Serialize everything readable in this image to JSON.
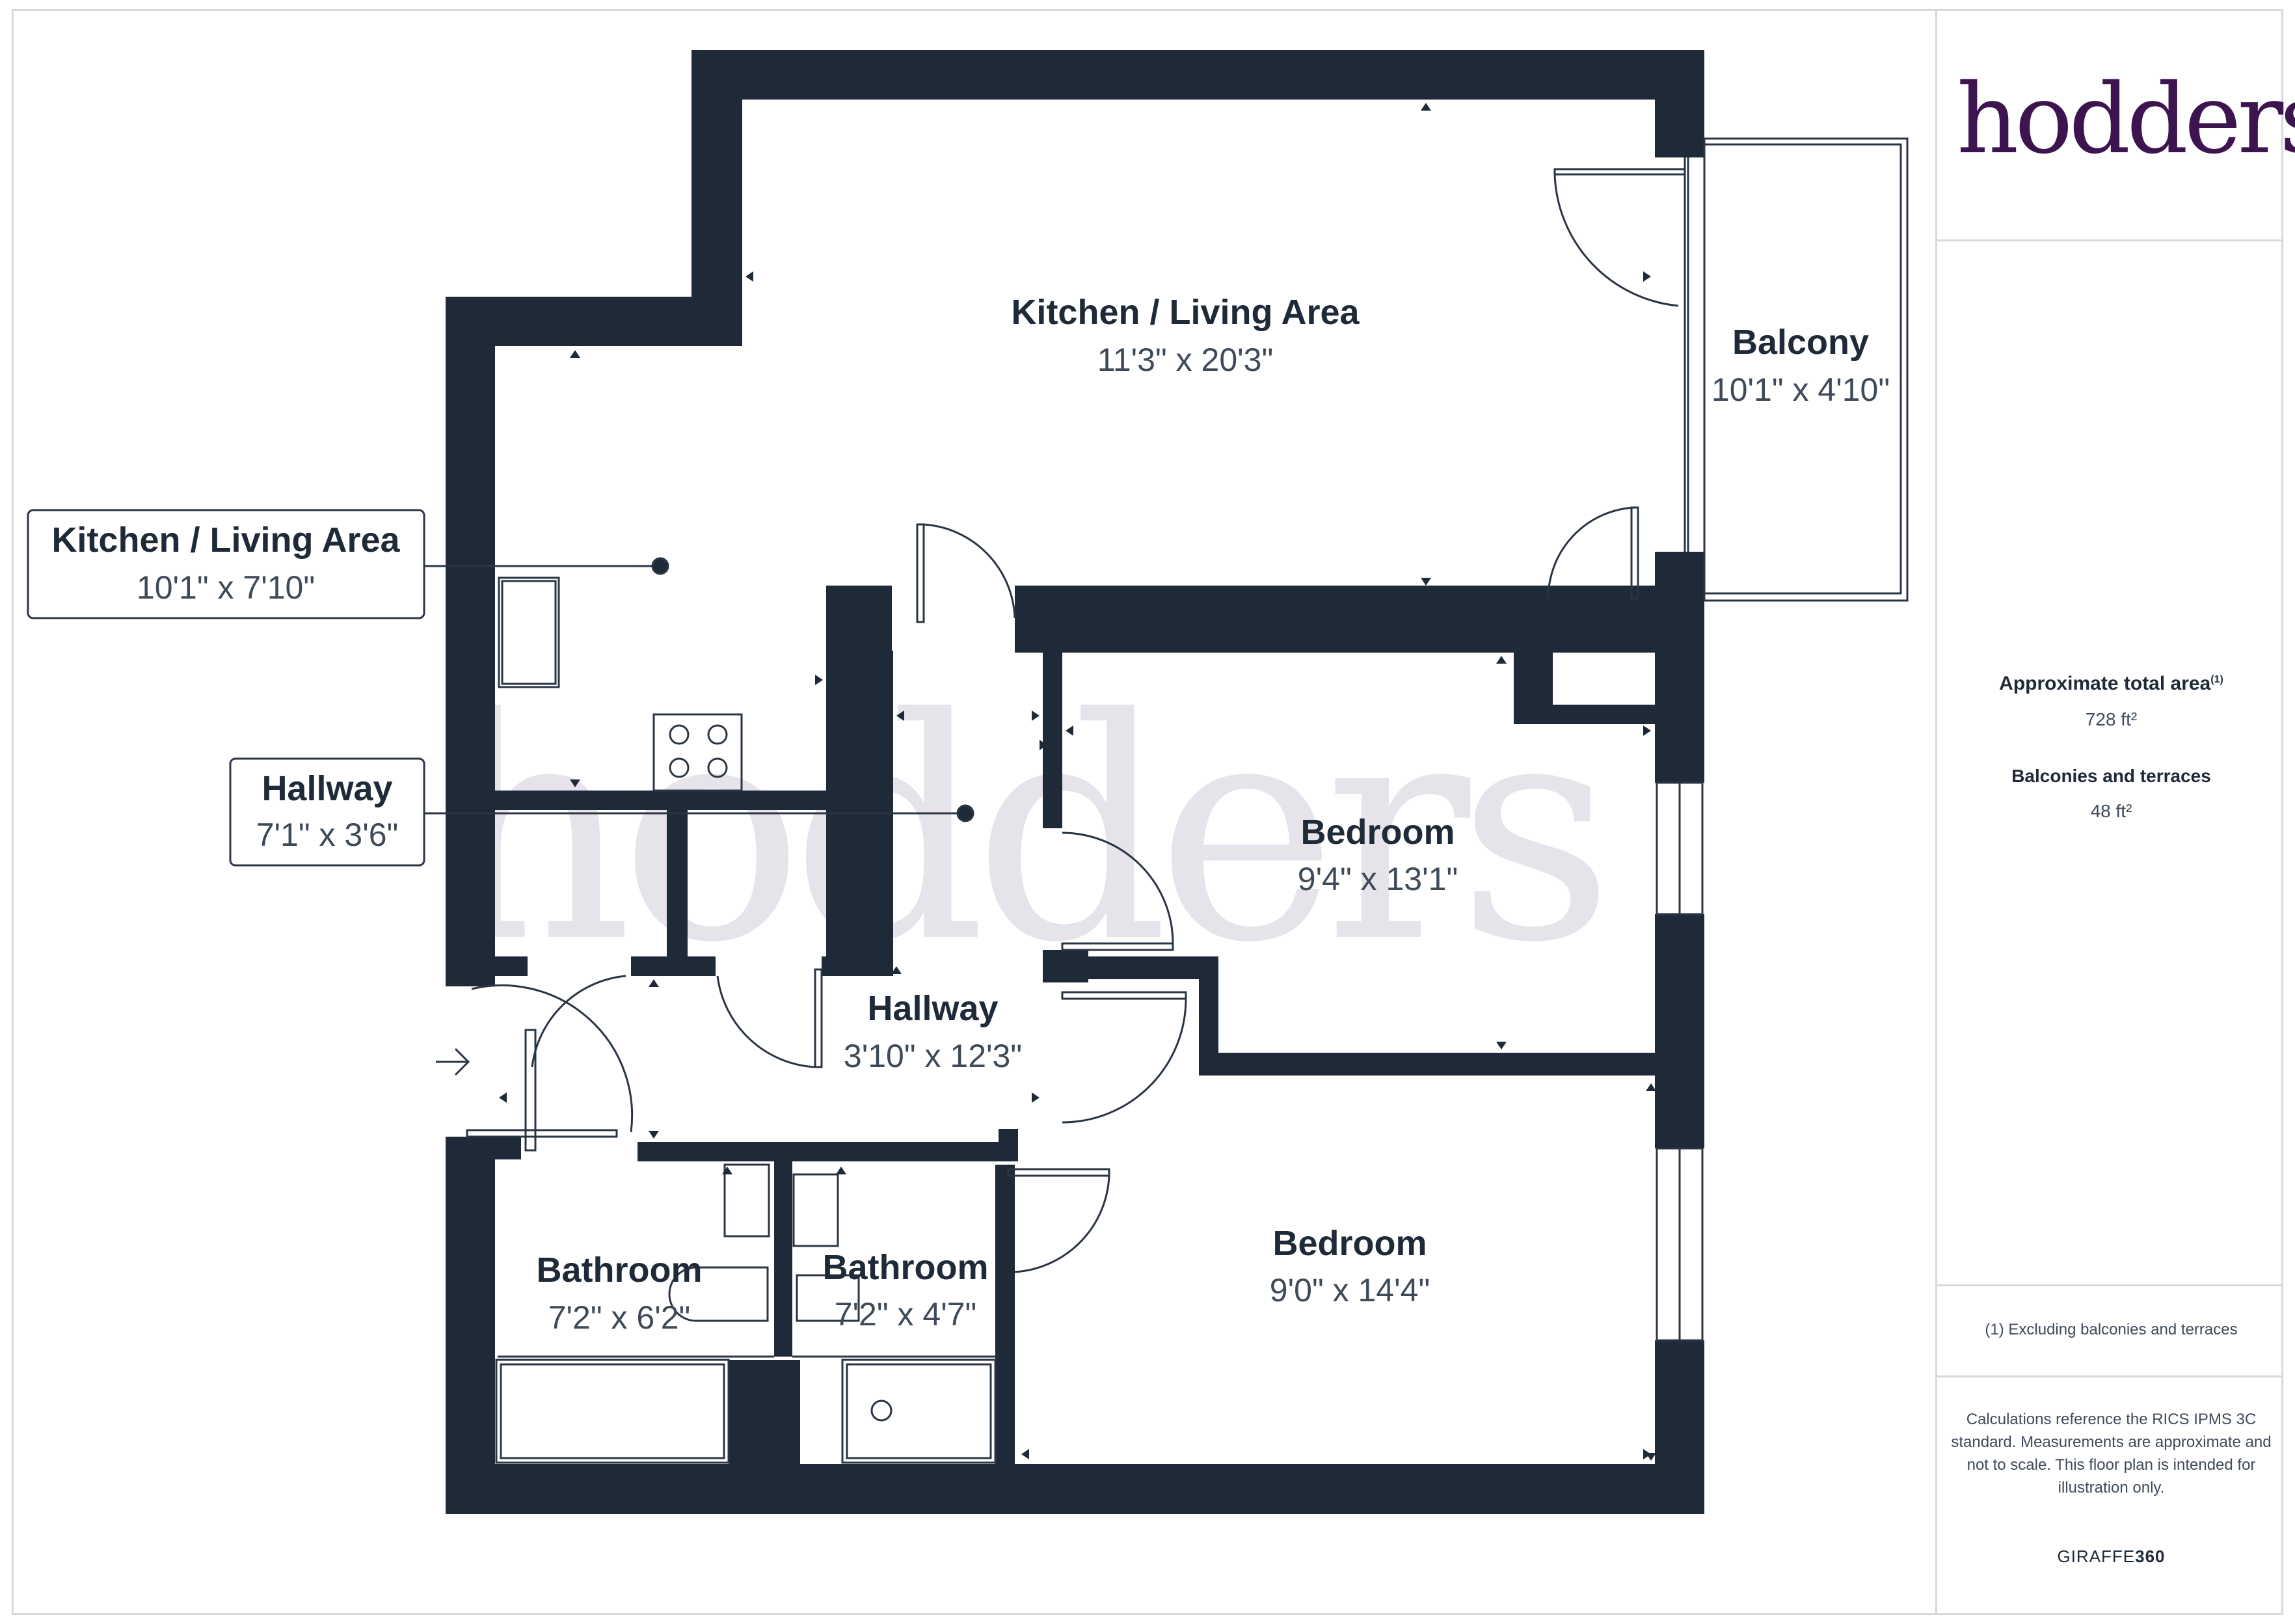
{
  "brand": {
    "name": "hodders",
    "watermark": "hodders"
  },
  "rooms": {
    "kitchen_main": {
      "name": "Kitchen / Living Area",
      "dims": "11'3\" x 20'3\""
    },
    "balcony": {
      "name": "Balcony",
      "dims": "10'1\" x 4'10\""
    },
    "kitchen_callout": {
      "name": "Kitchen / Living Area",
      "dims": "10'1\" x 7'10\""
    },
    "hallway_callout": {
      "name": "Hallway",
      "dims": "7'1\" x 3'6\""
    },
    "bedroom1": {
      "name": "Bedroom",
      "dims": "9'4\" x 13'1\""
    },
    "hallway_main": {
      "name": "Hallway",
      "dims": "3'10\" x 12'3\""
    },
    "bathroom1": {
      "name": "Bathroom",
      "dims": "7'2\" x 6'2\""
    },
    "bathroom2": {
      "name": "Bathroom",
      "dims": "7'2\" x 4'7\""
    },
    "bedroom2": {
      "name": "Bedroom",
      "dims": "9'0\" x 14'4\""
    }
  },
  "sidebar": {
    "total_area_title": "Approximate total area",
    "total_area_note_marker": "(1)",
    "total_area_value": "728 ft²",
    "balconies_title": "Balconies and terraces",
    "balconies_value": "48 ft²",
    "footnote": "(1) Excluding balconies and terraces",
    "disclaimer": "Calculations reference the RICS IPMS 3C standard. Measurements are approximate and not to scale. This floor plan is intended for illustration only.",
    "maker_prefix": "GIRAFFE",
    "maker_suffix": "360"
  },
  "colors": {
    "wall": "#1f2a38",
    "brand": "#3d1450",
    "watermark": "#e6e4ea"
  },
  "icons": {
    "entrance": "arrow-right-icon"
  }
}
